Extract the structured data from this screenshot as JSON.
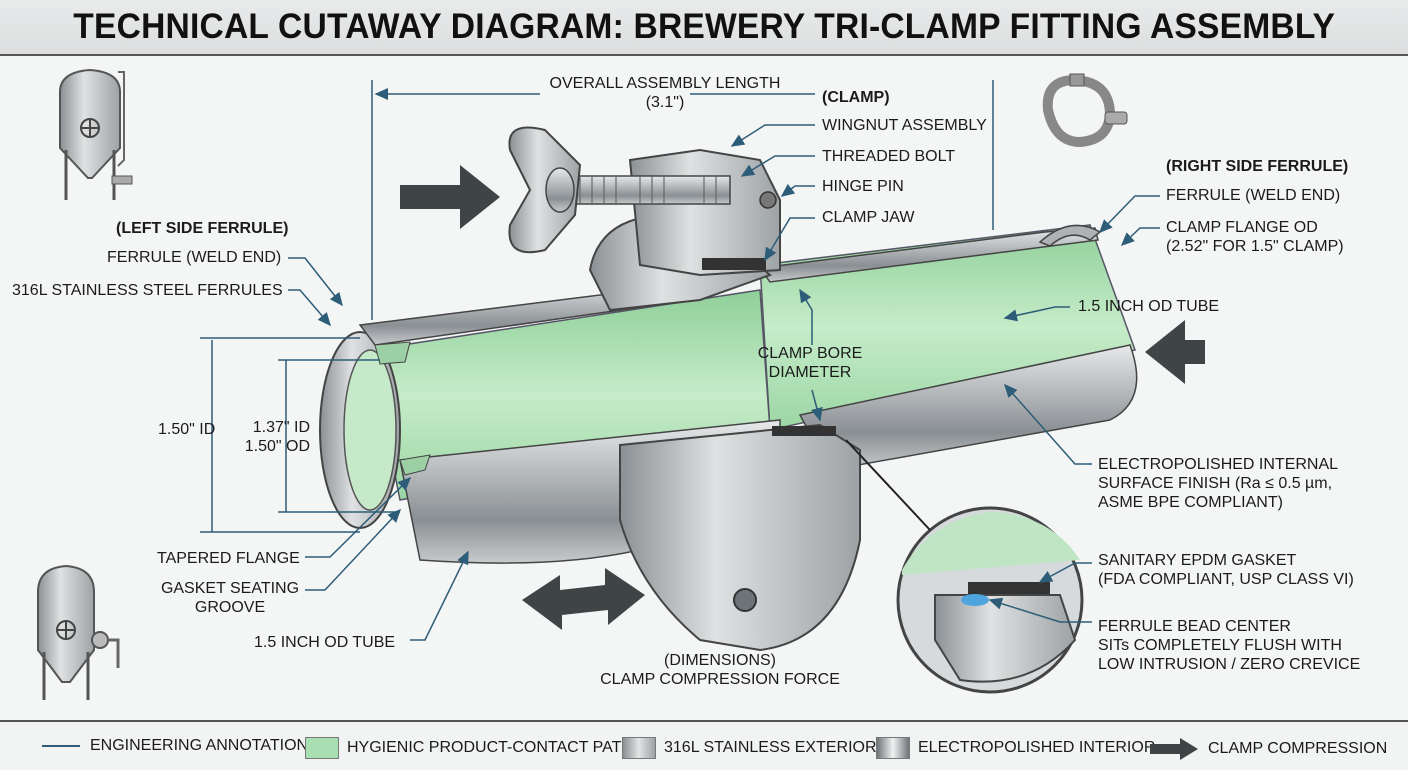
{
  "title": "TECHNICAL CUTAWAY DIAGRAM: BREWERY TRI-CLAMP FITTING ASSEMBLY",
  "top": {
    "overall_length": "OVERALL ASSEMBLY LENGTH",
    "overall_value": "(3.1\")",
    "clamp_heading": "(CLAMP)",
    "wingnut": "WINGNUT ASSEMBLY",
    "bolt": "THREADED BOLT",
    "hinge": "HINGE PIN",
    "jaw": "CLAMP JAW"
  },
  "left": {
    "heading": "(LEFT SIDE FERRULE)",
    "weld_end": "FERRULE (WELD END)",
    "material": "316L STAINLESS STEEL FERRULES",
    "id_outer": "1.50\" ID",
    "id_inner": "1.37\" ID",
    "od_inner": "1.50\" OD",
    "tapered": "TAPERED FLANGE",
    "groove_1": "GASKET SEATING",
    "groove_2": "GROOVE",
    "tube": "1.5 INCH OD TUBE"
  },
  "right": {
    "heading": "(RIGHT SIDE FERRULE)",
    "weld_end": "FERRULE (WELD END)",
    "flange_od_1": "CLAMP FLANGE OD",
    "flange_od_2": "(2.52\" FOR 1.5\" CLAMP)",
    "tube": "1.5 INCH OD TUBE",
    "finish_1": "ELECTROPOLISHED INTERNAL",
    "finish_2": "SURFACE FINISH (Ra ≤ 0.5 µm,",
    "finish_3": "ASME BPE COMPLIANT)",
    "gasket_1": "SANITARY EPDM GASKET",
    "gasket_2": "(FDA COMPLIANT, USP CLASS VI)",
    "bead_1": "FERRULE BEAD CENTER",
    "bead_2": "SITs COMPLETELY FLUSH WITH",
    "bead_3": "LOW INTRUSION / ZERO CREVICE"
  },
  "center": {
    "bore_1": "CLAMP BORE",
    "bore_2": "DIAMETER",
    "dimensions": "(DIMENSIONS)",
    "force": "CLAMP COMPRESSION FORCE"
  },
  "legend": {
    "annotation": "ENGINEERING ANNOTATION",
    "hygienic": "HYGIENIC PRODUCT-CONTACT PATH",
    "exterior": "316L STAINLESS EXTERIOR",
    "interior": "ELECTROPOLISHED INTERIOR",
    "compression": "CLAMP COMPRESSION"
  },
  "colors": {
    "annotation_line": "#2d5d78",
    "product_path": "#a8deb1",
    "steel": "#b6b9bc",
    "arrow": "#3f4446"
  }
}
